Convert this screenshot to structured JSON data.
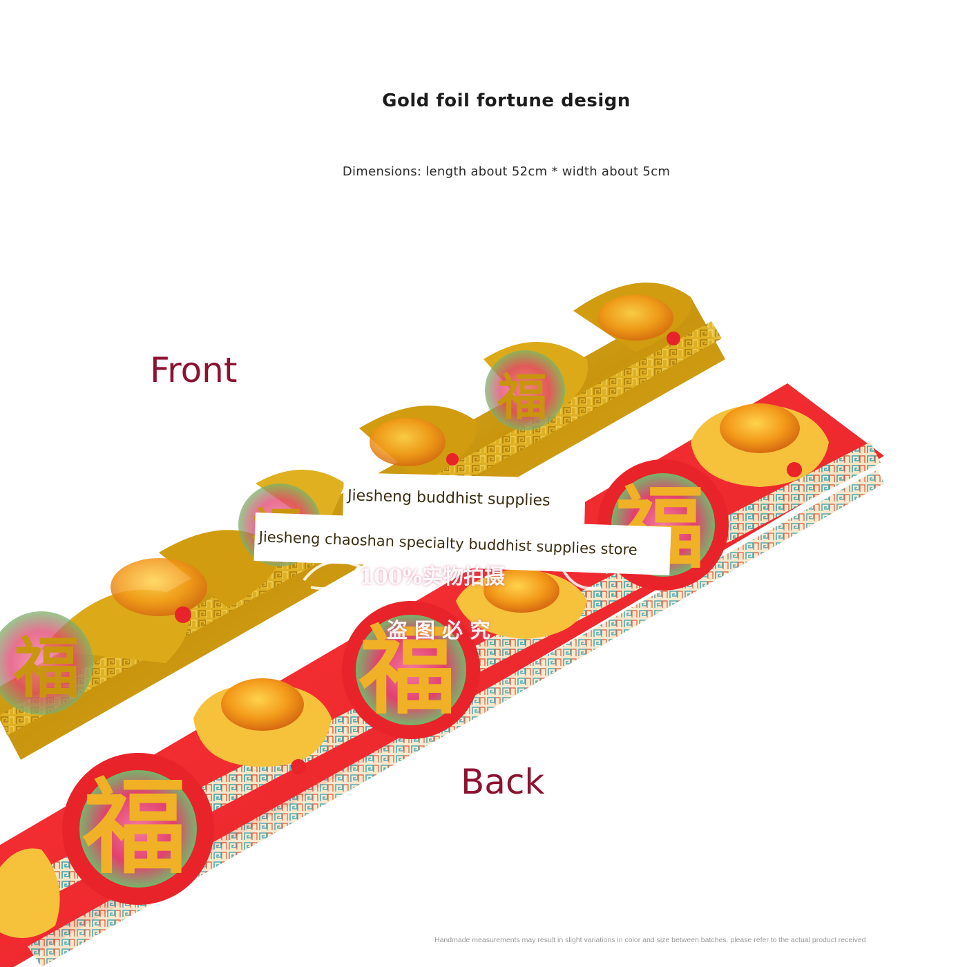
{
  "header": {
    "title": "Gold foil fortune design",
    "dimensions": "Dimensions: length about 52cm * width about 5cm"
  },
  "labels": {
    "front": "Front",
    "back": "Back"
  },
  "watermarks": {
    "store_short": "Jiesheng buddhist supplies",
    "store_full": "Jiesheng chaoshan specialty buddhist supplies store",
    "stamp_line1": "100%实物拍摄",
    "stamp_line2": "盗图必究"
  },
  "product": {
    "motif_character": "福"
  },
  "footnote": "Handmade measurements may result in slight variations in color and size between batches. please refer to the actual product received",
  "colors": {
    "label_red": "#8e1230",
    "gold": "#d4a318",
    "red": "#e8232a",
    "ingot_orange": "#f28c1c",
    "teal_border": "#3fa3b0"
  }
}
